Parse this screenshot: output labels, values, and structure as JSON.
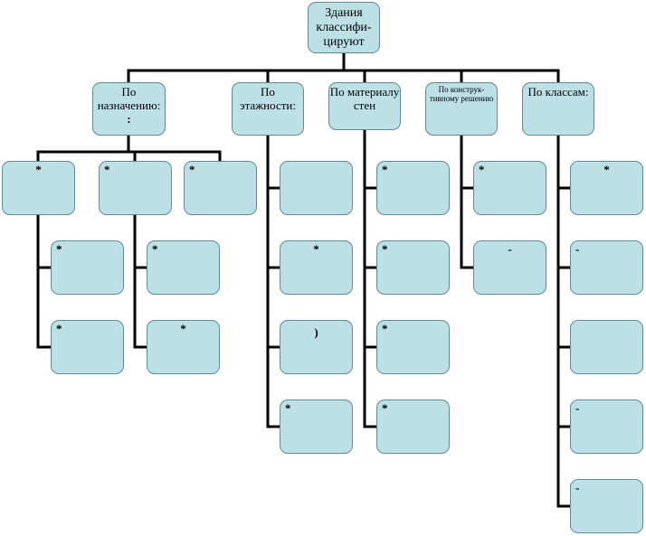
{
  "root": {
    "label": "Здания классифи-цируют"
  },
  "columns": [
    {
      "label": "По назначению:",
      "suffix": ":",
      "groups": [
        {
          "marker": "*",
          "children": [
            "*",
            "*"
          ]
        },
        {
          "marker": "*",
          "children": [
            "*",
            "*"
          ]
        },
        {
          "marker": "*",
          "children": []
        }
      ]
    },
    {
      "label": "По этажности:",
      "items": [
        "",
        "*",
        ")",
        "*"
      ]
    },
    {
      "label": "По материалу стен",
      "items": [
        "*",
        "*",
        "*",
        "*"
      ]
    },
    {
      "label": "По конструк-тивному решению",
      "items": [
        "*",
        "-"
      ]
    },
    {
      "label": "По классам:",
      "items": [
        "*",
        "-",
        "",
        "-",
        "-"
      ]
    }
  ],
  "colors": {
    "box_fill": "#bde0e6",
    "box_border": "#5f8a92",
    "connector": "#000000"
  }
}
